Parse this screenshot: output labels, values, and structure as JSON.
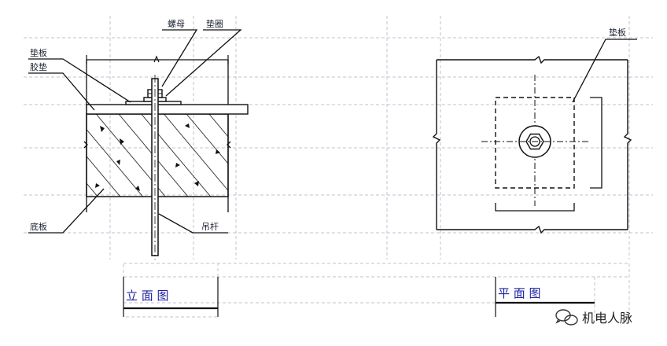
{
  "elevation": {
    "title": "立 面 图",
    "labels": {
      "nut": "螺母",
      "washer": "垫圈",
      "shim_plate": "垫板",
      "pad": "胶垫",
      "base_plate": "底板",
      "rod": "吊杆"
    }
  },
  "plan": {
    "title": "平 面 图",
    "labels": {
      "shim_plate": "垫板"
    }
  },
  "watermark": {
    "text": "机电人脉"
  },
  "colors": {
    "line": "#111111",
    "dashed_guide": "#b8b8c8",
    "title_text": "#1a1f9e"
  }
}
